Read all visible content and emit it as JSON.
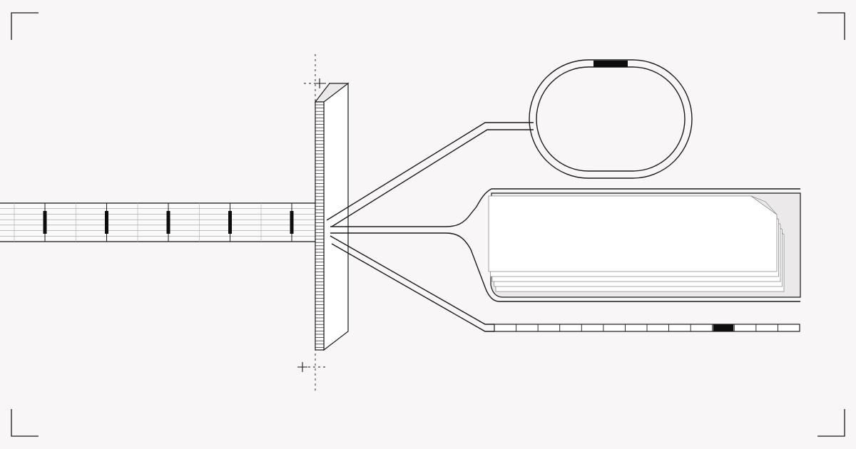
{
  "colors": {
    "background": "#f8f6f6",
    "line": "#1a1a1a",
    "fill": "#ffffff",
    "shade": "#ebe9e9",
    "accent": "#0d0d0d"
  },
  "icons": {
    "crosshair_top": "crosshair-icon",
    "crosshair_bottom": "crosshair-icon",
    "corner_marks": "corner-bracket-icon"
  },
  "diagram": {
    "text_labels": [],
    "input_tape": {
      "highlighted_segments": 5
    },
    "loop_track": {
      "highlighted_segments": 1
    },
    "output_tape": {
      "cells": 14,
      "highlighted_cells": 1
    },
    "page_stack": {
      "sheets": 5
    }
  }
}
